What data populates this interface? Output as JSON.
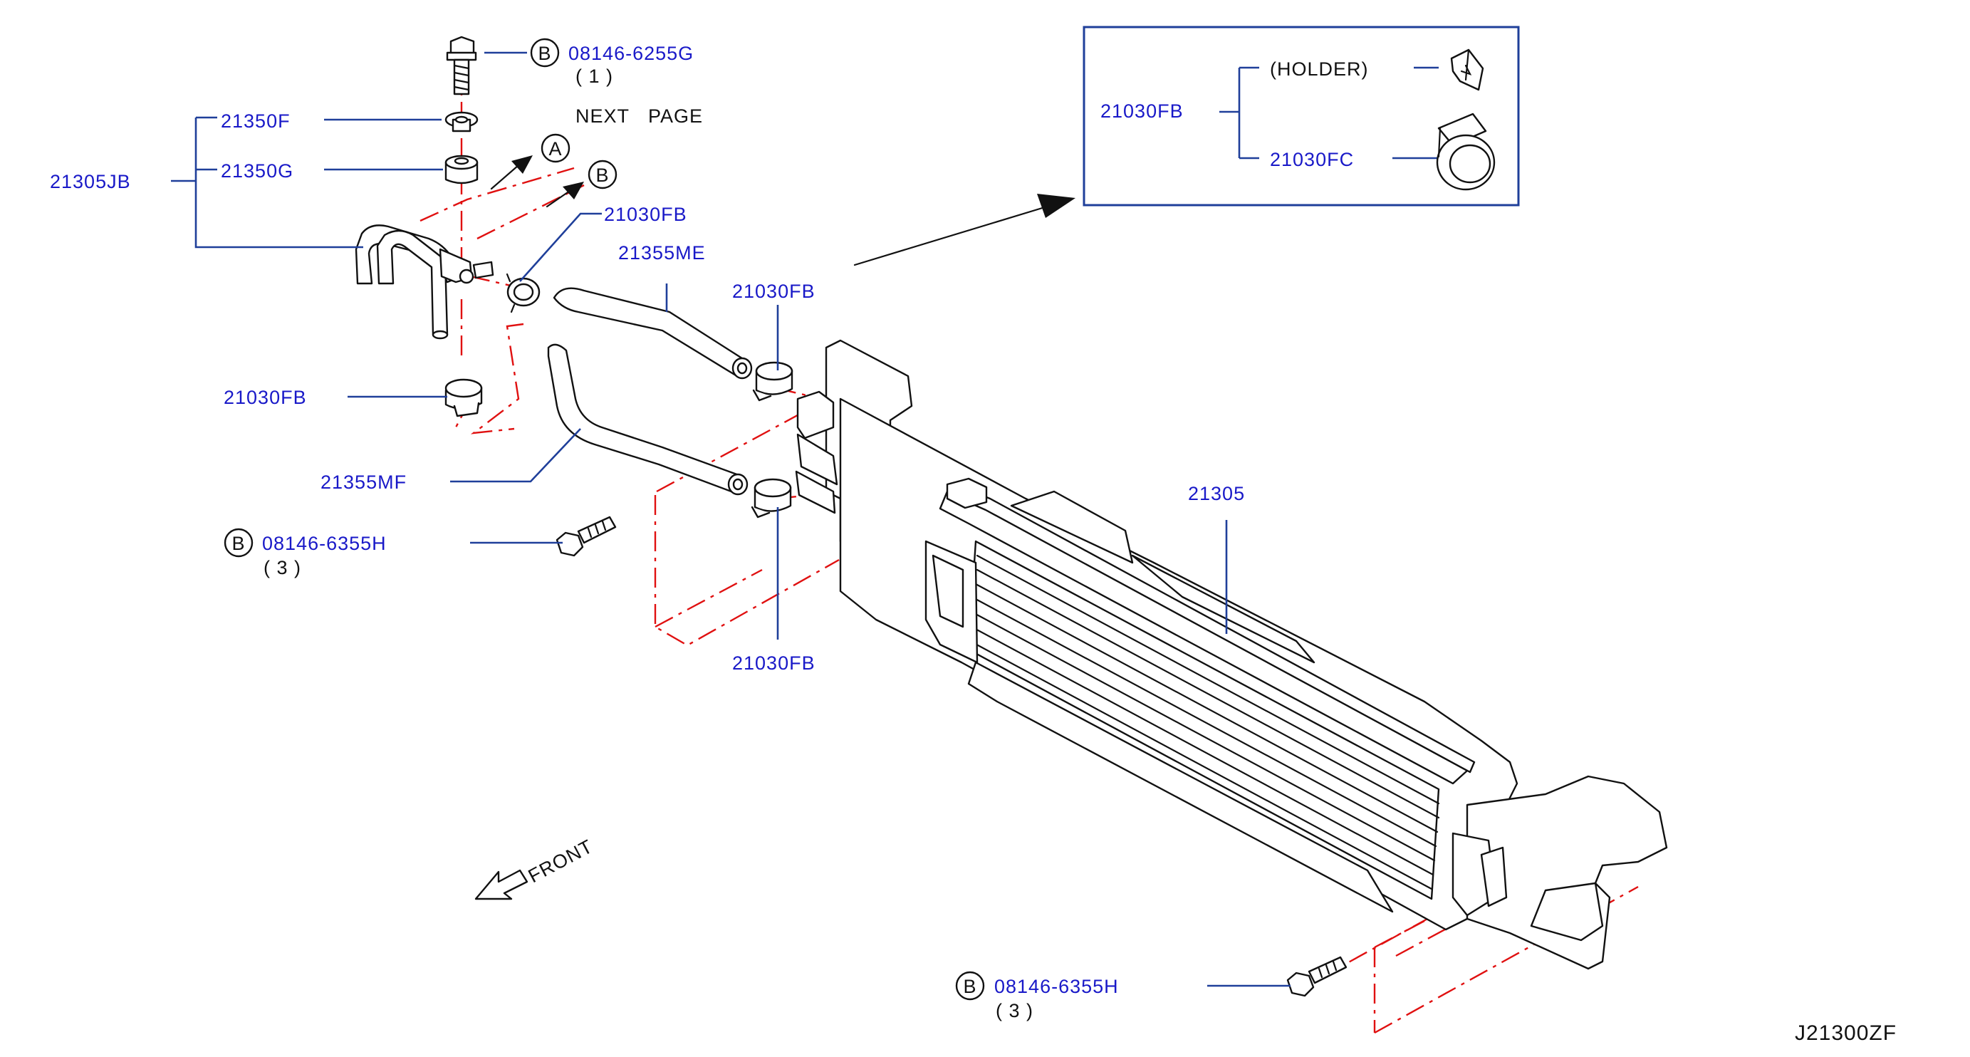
{
  "diagram_ref": "J21300ZF",
  "bolt_marker": "B",
  "arrow_a": "A",
  "arrow_b": "B",
  "next_page": "NEXT PAGE",
  "front": "FRONT",
  "parts": {
    "bolt_top": {
      "code": "08146-6255G",
      "qty": "( 1 )"
    },
    "bolt_left": {
      "code": "08146-6355H",
      "qty": "( 3 )"
    },
    "bolt_bottom": {
      "code": "08146-6355H",
      "qty": "( 3 )"
    },
    "p21350f": "21350F",
    "p21350g": "21350G",
    "p21305jb": "21305JB",
    "p21030fb_upper": "21030FB",
    "p21355me": "21355ME",
    "p21030fb_mid": "21030FB",
    "p21030fb_left": "21030FB",
    "p21355mf": "21355MF",
    "p21030fb_lower": "21030FB",
    "p21305": "21305"
  },
  "inset": {
    "code": "21030FB",
    "holder": "(HOLDER)",
    "clip": "21030FC"
  },
  "colors": {
    "part_label": "#1919c8",
    "leader": "#1f3f9a",
    "phantom_line": "#e01010",
    "outline": "#111111"
  }
}
